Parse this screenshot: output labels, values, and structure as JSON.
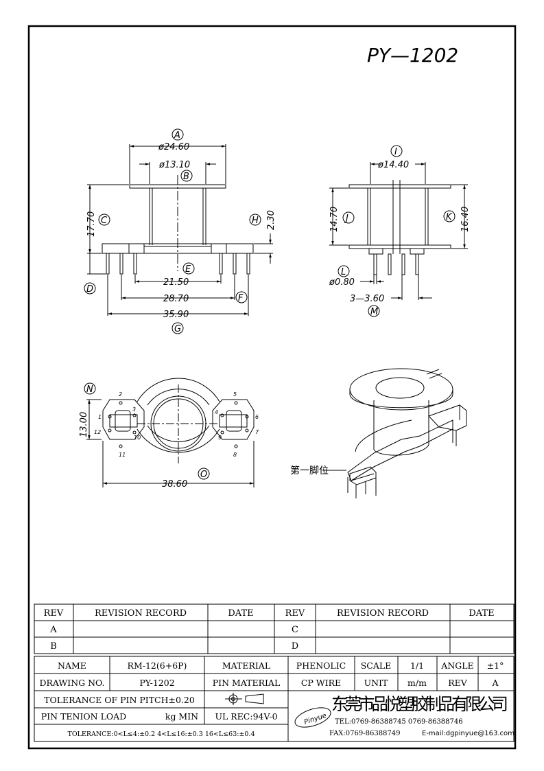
{
  "drawing": {
    "part_number": "PY—1202",
    "front_view": {
      "dims": {
        "A_val": "ø24.60",
        "B_val": "ø13.10",
        "C_val": "17.70",
        "H_val": "2.30",
        "E_val": "21.50",
        "F_val": "28.70",
        "G_val": "35.90"
      },
      "labels": {
        "A": "A",
        "B": "B",
        "C": "C",
        "D": "D",
        "E": "E",
        "F": "F",
        "G": "G",
        "H": "H"
      }
    },
    "side_view": {
      "dims": {
        "I_val": "ø14.40",
        "J_val": "14.70",
        "K_val": "16.40",
        "L_val": "ø0.80",
        "M_val": "3—3.60"
      },
      "labels": {
        "I": "I",
        "J": "J",
        "K": "K",
        "L": "L",
        "M": "M"
      }
    },
    "bottom_view": {
      "dims": {
        "N_val": "13.00",
        "O_val": "38.60"
      },
      "labels": {
        "N": "N",
        "O": "O"
      },
      "pins": [
        "1",
        "2",
        "3",
        "4",
        "5",
        "6",
        "7",
        "8",
        "9",
        "10",
        "11",
        "12"
      ]
    },
    "iso_view": {
      "pin1_note": "第一脚位"
    }
  },
  "revision": {
    "headers": [
      "REV",
      "REVISION RECORD",
      "DATE",
      "REV",
      "REVISION RECORD",
      "DATE"
    ],
    "left_revs": [
      "A",
      "B"
    ],
    "right_revs": [
      "C",
      "D"
    ]
  },
  "title_block": {
    "name_label": "NAME",
    "name_value": "RM-12(6+6P)",
    "material_label": "MATERIAL",
    "material_value": "PHENOLIC",
    "scale_label": "SCALE",
    "scale_value": "1/1",
    "angle_label": "ANGLE",
    "angle_value": "±1°",
    "drawing_no_label": "DRAWING NO.",
    "drawing_no_value": "PY-1202",
    "pin_material_label": "PIN MATERIAL",
    "pin_material_value": "CP WIRE",
    "unit_label": "UNIT",
    "unit_value": "m/m",
    "rev_label": "REV",
    "rev_value": "A",
    "tolerance_pitch": "TOLERANCE OF PIN PITCH±0.20",
    "pin_load_label": "PIN TENION LOAD",
    "pin_load_unit": "kg MIN",
    "ul_rec": "UL REC:94V-0",
    "tolerance_ranges": "TOLERANCE:0<L≤4:±0.2  4<L≤16:±0.3  16<L≤63:±0.4"
  },
  "company": {
    "logo_text": "Pinyue",
    "name": "东莞市品悦塑胶制品有限公司",
    "tel": "TEL:0769-86388745  0769-86388746",
    "fax": "FAX:0769-86388749",
    "email": "E-mail:dgpinyue@163.com"
  }
}
